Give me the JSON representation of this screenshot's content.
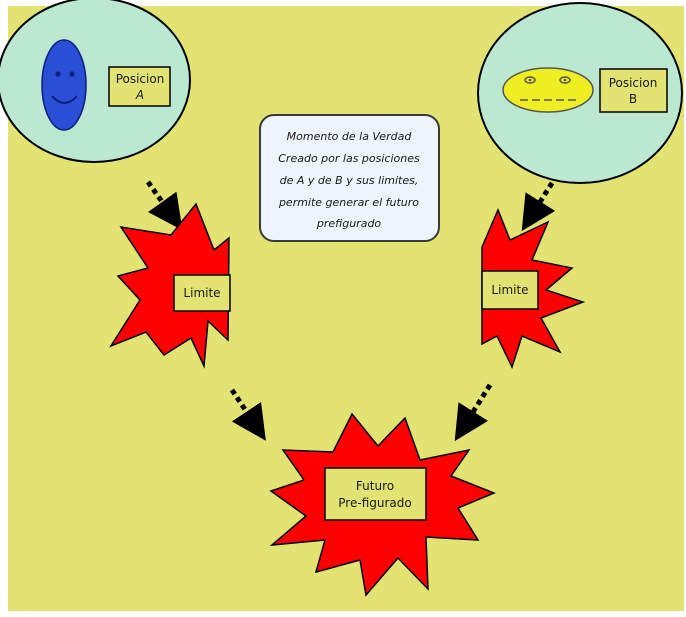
{
  "colors": {
    "background": "#e3e373",
    "bubble_fill": "#bce8d2",
    "label_box_fill": "#e3e373",
    "face_a": "#2a4fd6",
    "face_b": "#eeee22",
    "starburst": "#ff0000",
    "callout_fill": "#eef4fb",
    "arrow": "#000000"
  },
  "icons": {
    "face_a": "blue-smiley-face-icon",
    "face_b": "yellow-face-icon"
  },
  "position_a": {
    "line1": "Posicion",
    "line2": "A"
  },
  "position_b": {
    "line1": "Posicion",
    "line2": "B"
  },
  "limit_left": {
    "label": "Limite"
  },
  "limit_right": {
    "label": "Limite"
  },
  "future": {
    "line1": "Futuro",
    "line2": "Pre-figurado"
  },
  "callout": {
    "lines": [
      "Momento de la Verdad",
      "Creado por las posiciones",
      "de A y de B y sus limites,",
      "permite generar el futuro",
      "prefigurado"
    ]
  }
}
